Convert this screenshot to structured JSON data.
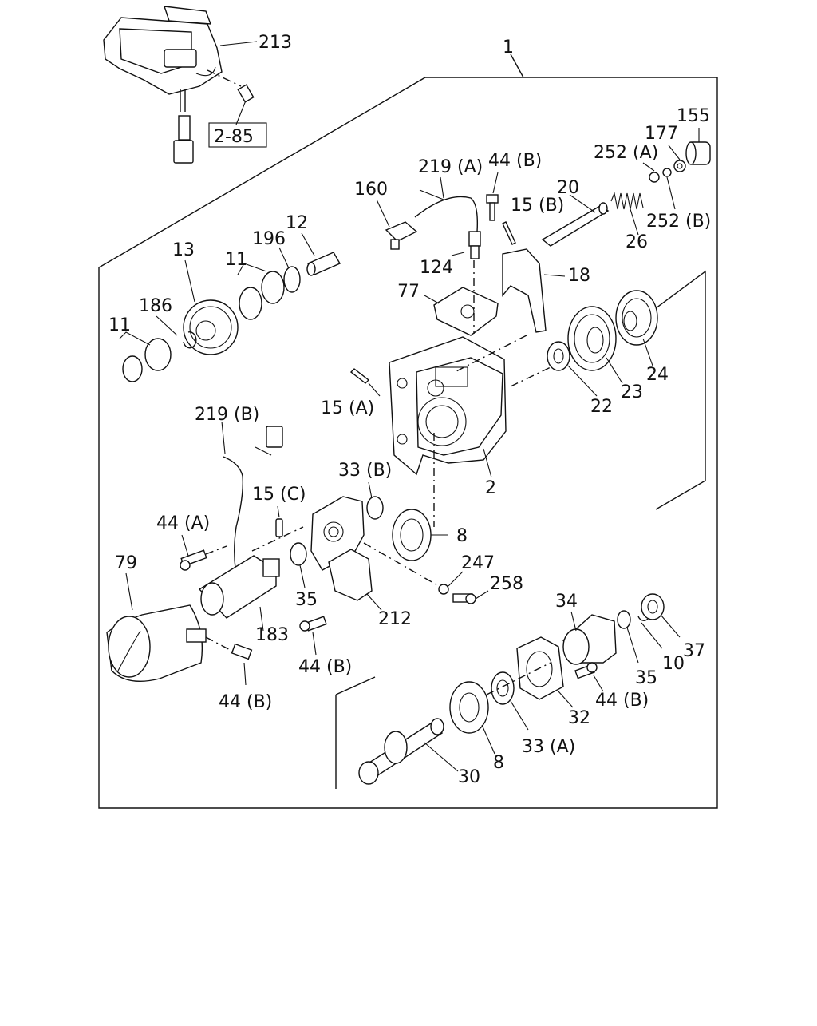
{
  "diagram": {
    "callouts": {
      "c213": "213",
      "c1": "1",
      "ref_2_85": "2-85",
      "c155": "155",
      "c177": "177",
      "c252a": "252 (A)",
      "c252b": "252 (B)",
      "c219a": "219 (A)",
      "c44b_top": "44 (B)",
      "c160": "160",
      "c20": "20",
      "c15b": "15 (B)",
      "c26": "26",
      "c12": "12",
      "c196": "196",
      "c13": "13",
      "c11_upper": "11",
      "c124": "124",
      "c18": "18",
      "c77": "77",
      "c186": "186",
      "c11_lower": "11",
      "c15a": "15 (A)",
      "c22": "22",
      "c23": "23",
      "c24": "24",
      "c219b": "219 (B)",
      "c2": "2",
      "c33b": "33 (B)",
      "c15c": "15 (C)",
      "c44a": "44 (A)",
      "c8_upper": "8",
      "c79": "79",
      "c247": "247",
      "c258": "258",
      "c35_left": "35",
      "c212": "212",
      "c183": "183",
      "c34": "34",
      "c37": "37",
      "c44b_mid": "44 (B)",
      "c35_right": "35",
      "c10": "10",
      "c44b_bottom": "44 (B)",
      "c44b_right": "44 (B)",
      "c32": "32",
      "c33a": "33 (A)",
      "c8_lower": "8",
      "c30": "30"
    }
  }
}
